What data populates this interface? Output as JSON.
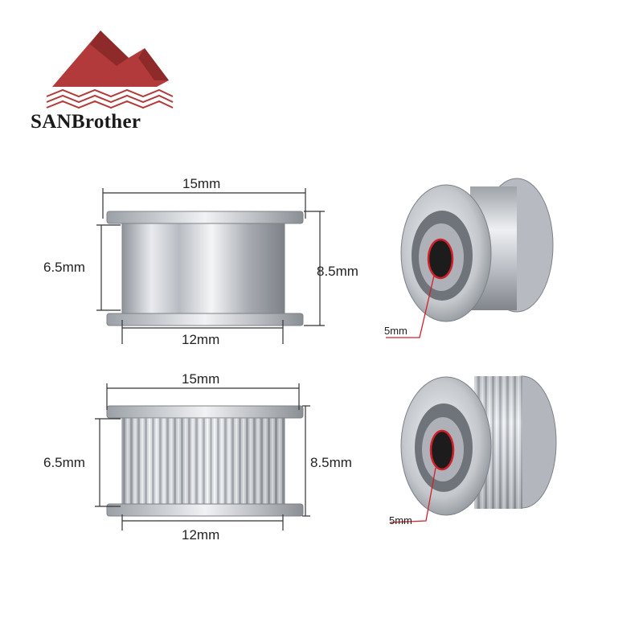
{
  "brand": {
    "name": "SANBrother",
    "color": "#b23a3a"
  },
  "idler_smooth": {
    "top_width": "15mm",
    "inner_height": "6.5mm",
    "outer_height": "8.5mm",
    "bottom_width": "12mm",
    "bore": "5mm"
  },
  "idler_toothed": {
    "top_width": "15mm",
    "inner_height": "6.5mm",
    "outer_height": "8.5mm",
    "bottom_width": "12mm",
    "bore": "5mm"
  },
  "colors": {
    "line": "#333333",
    "bore_callout": "#d0202a",
    "aluminium": "#c9ccd1"
  }
}
